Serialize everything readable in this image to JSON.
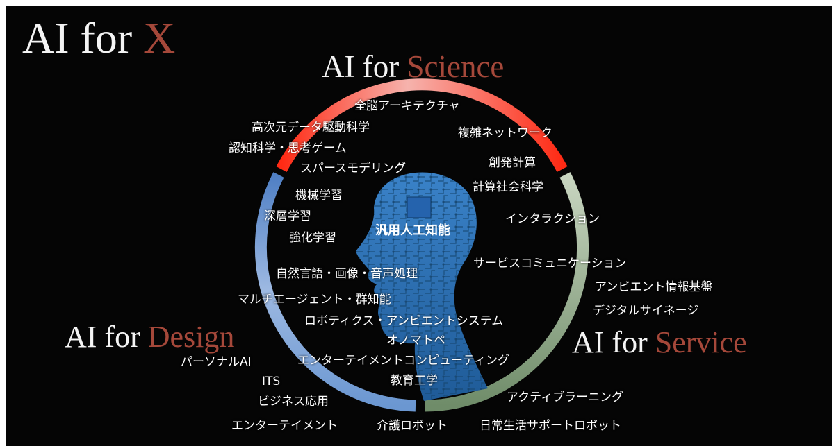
{
  "colors": {
    "background": "#050505",
    "accent": "#a5483a",
    "science_arc": "#e8453a",
    "service_arc": "#86a07f",
    "design_arc": "#6e9bd4",
    "head": "#2d6fb3"
  },
  "title": {
    "prefix": "AI for ",
    "accent": "X"
  },
  "sections": {
    "science": {
      "prefix": "AI for ",
      "accent": "Science"
    },
    "design": {
      "prefix": "AI for ",
      "accent": "Design"
    },
    "service": {
      "prefix": "AI for ",
      "accent": "Service"
    }
  },
  "center_label": "汎用人工知能",
  "head_graphic": "circuit-head-silhouette",
  "keywords": {
    "zennou": "全脳アーキテクチャ",
    "koujigen": "高次元データ駆動科学",
    "fukuzatsu": "複雑ネットワーク",
    "ninchi": "認知科学・思考ゲーム",
    "sparse": "スパースモデリング",
    "souhatsu": "創発計算",
    "keisan_shakai": "計算社会科学",
    "kikai": "機械学習",
    "shinsou": "深層学習",
    "interaction": "インタラクション",
    "kyouka": "強化学習",
    "service_comm": "サービスコミュニケーション",
    "ambient_info": "アンビエント情報基盤",
    "shizen_gengo": "自然言語・画像・音声処理",
    "digital_signage": "デジタルサイネージ",
    "multi_agent": "マルチエージェント・群知能",
    "robotics": "ロボティクス・アンビエントシステム",
    "onomatope": "オノマトペ",
    "personal_ai": "パーソナルAI",
    "ent_computing": "エンターテイメントコンピューティング",
    "its": "ITS",
    "kyouiku": "教育工学",
    "business": "ビジネス応用",
    "active_learning": "アクティブラーニング",
    "entertainment": "エンターテイメント",
    "kaigo": "介護ロボット",
    "nichijou": "日常生活サポートロボット"
  }
}
